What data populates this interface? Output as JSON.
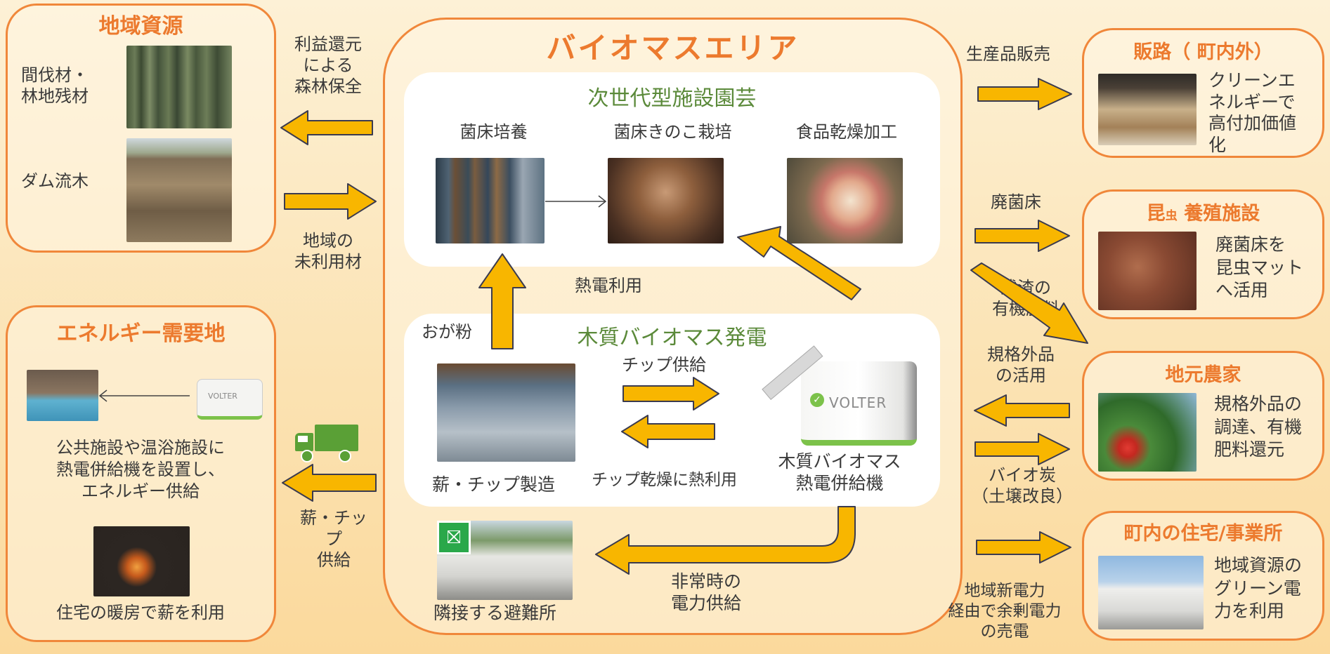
{
  "colors": {
    "title_orange": "#ec7a2e",
    "arrow_yellow": "#f8b600",
    "arrow_stroke": "#3b3b4f",
    "green": "#5b8a3a"
  },
  "left_top": {
    "title": "地域資源",
    "item1": "間伐材・\n林地残材",
    "item2": "ダム流木"
  },
  "left_bottom": {
    "title": "エネルギー需要地",
    "text1": "公共施設や温浴施設に\n熱電併給機を設置し、\nエネルギー供給",
    "text2": "住宅の暖房で薪を利用",
    "volter_small": "VOLTER"
  },
  "center": {
    "title": "バイオマスエリア"
  },
  "horti": {
    "title": "次世代型施設園芸",
    "label1": "菌床培養",
    "label2": "菌床きのこ栽培",
    "label3": "食品乾燥加工"
  },
  "power": {
    "title": "木質バイオマス発電",
    "chip_supply": "チップ供給",
    "chip_dry": "チップ乾燥に熱利用",
    "wood_chip": "薪・チップ製造",
    "chp": "木質バイオマス\n熱電併給機",
    "volter": "VOLTER"
  },
  "mid": {
    "sawdust": "おが粉",
    "heat_power": "熱電利用",
    "shelter": "隣接する避難所",
    "emergency": "非常時の\n電力供給"
  },
  "left_arrows": {
    "forest": "利益還元\nによる\n森林保全",
    "unused": "地域の\n未利用材",
    "firewood": "薪・チッ\nプ\n供給"
  },
  "right": {
    "sales_label": "生産品販売",
    "market": {
      "title": "販路（ 町内外）",
      "text": "クリーンエ\nネルギーで\n高付加価値\n化"
    },
    "spent_label": "廃菌床",
    "insect": {
      "title": "昆虫 養殖施設",
      "title_main": "昆",
      "title_small": "虫",
      "title_rest": " 養殖施設",
      "text": "廃菌床を\n昆虫マット\nへ活用"
    },
    "residue_label": "残渣の\n有機肥料",
    "offspec_label": "規格外品\nの活用",
    "farmer": {
      "title": "地元農家",
      "text": "規格外品の\n調達、有機\n肥料還元"
    },
    "biochar_label": "バイオ炭\n（土壌改良）",
    "housing": {
      "title": "町内の住宅/事業所",
      "text": "地域資源の\nグリーン電\n力を利用"
    },
    "electricity_label": "地域新電力\n経由で余剰電力\nの売電"
  }
}
